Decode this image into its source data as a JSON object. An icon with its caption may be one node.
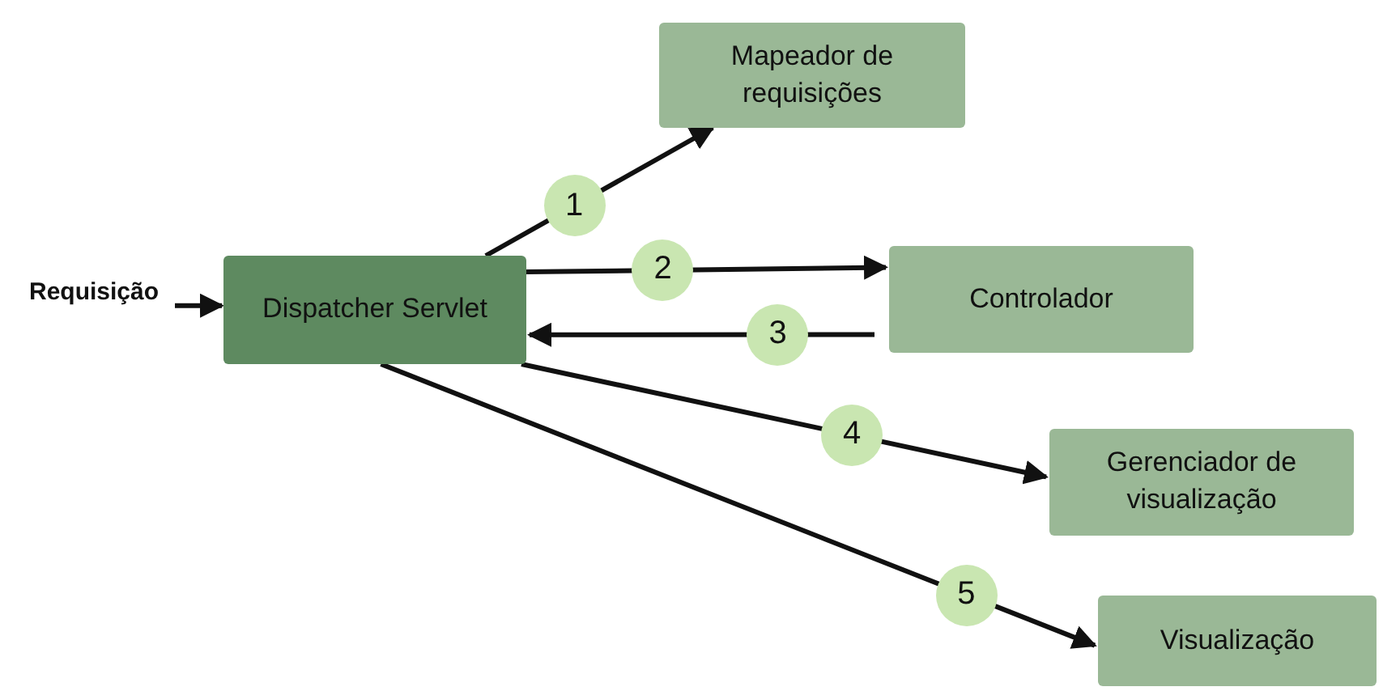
{
  "diagram": {
    "nodes": [
      {
        "text": [
          "Requisição"
        ]
      },
      {
        "text": [
          "Dispatcher Servlet"
        ]
      },
      {
        "text": [
          "Mapeador de requisições"
        ]
      },
      {
        "text": [
          "Controlador"
        ]
      },
      {
        "text": [
          "Gerenciador de visualização"
        ]
      },
      {
        "text": [
          "Visualização"
        ]
      }
    ],
    "edges": [
      {
        "from": 0,
        "to": 1,
        "arrow": "to"
      },
      {
        "from": 1,
        "to": 2,
        "arrow": "to",
        "label": "1"
      },
      {
        "from": 1,
        "to": 3,
        "arrow": "to",
        "label": "2"
      },
      {
        "from": 3,
        "to": 1,
        "arrow": "to",
        "label": "3"
      },
      {
        "from": 1,
        "to": 4,
        "arrow": "to",
        "label": "4"
      },
      {
        "from": 1,
        "to": 5,
        "arrow": "to",
        "label": "5"
      }
    ]
  }
}
